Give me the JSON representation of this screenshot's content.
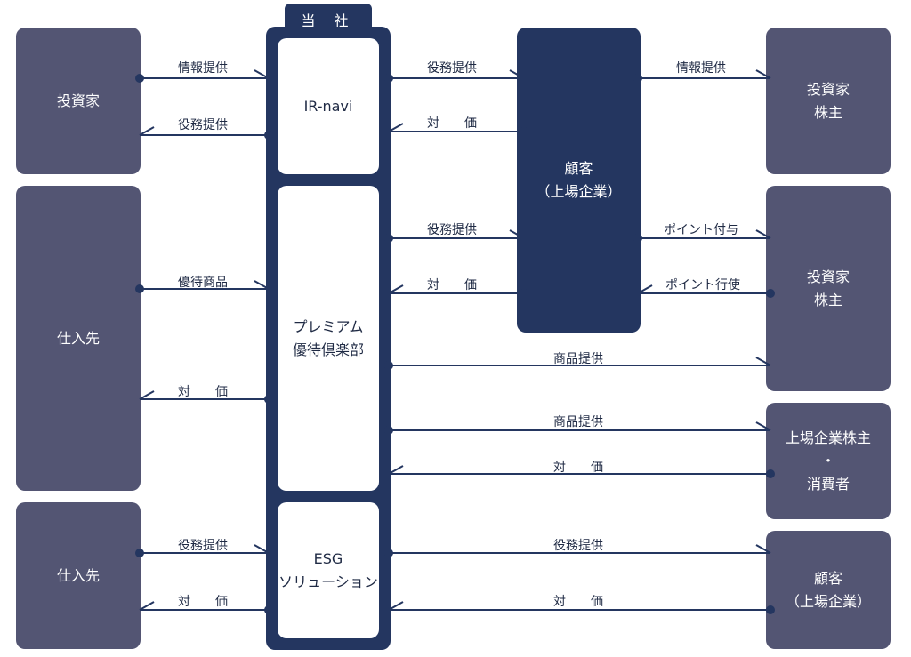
{
  "company": {
    "title": "当 社",
    "services": [
      {
        "lines": [
          "IR-navi"
        ]
      },
      {
        "lines": [
          "プレミアム",
          "優待倶楽部"
        ]
      },
      {
        "lines": [
          "ESG",
          "ソリューション"
        ]
      }
    ]
  },
  "client_center": {
    "lines": [
      "顧客",
      "（上場企業）"
    ]
  },
  "left_nodes": [
    {
      "lines": [
        "投資家"
      ]
    },
    {
      "lines": [
        "仕入先"
      ]
    },
    {
      "lines": [
        "仕入先"
      ]
    }
  ],
  "right_nodes": [
    {
      "lines": [
        "投資家",
        "株主"
      ]
    },
    {
      "lines": [
        "投資家",
        "株主"
      ]
    },
    {
      "lines": [
        "上場企業株主",
        "・",
        "消費者"
      ]
    },
    {
      "lines": [
        "顧客",
        "（上場企業）"
      ]
    }
  ],
  "flows": [
    {
      "label": "情報提供",
      "direction": "right"
    },
    {
      "label": "役務提供",
      "direction": "left"
    },
    {
      "label": "役務提供",
      "direction": "right"
    },
    {
      "label": "対　　価",
      "direction": "left"
    },
    {
      "label": "情報提供",
      "direction": "right"
    },
    {
      "label": "役務提供",
      "direction": "right"
    },
    {
      "label": "対　　価",
      "direction": "left"
    },
    {
      "label": "ポイント付与",
      "direction": "right"
    },
    {
      "label": "ポイント行使",
      "direction": "left"
    },
    {
      "label": "優待商品",
      "direction": "right"
    },
    {
      "label": "対　　価",
      "direction": "left"
    },
    {
      "label": "商品提供",
      "direction": "right"
    },
    {
      "label": "商品提供",
      "direction": "right"
    },
    {
      "label": "対　　価",
      "direction": "left"
    },
    {
      "label": "役務提供",
      "direction": "right"
    },
    {
      "label": "対　　価",
      "direction": "left"
    },
    {
      "label": "役務提供",
      "direction": "right"
    },
    {
      "label": "対　　価",
      "direction": "left"
    }
  ],
  "colors": {
    "node": "#535573",
    "company": "#243660",
    "arrow": "#243660"
  }
}
